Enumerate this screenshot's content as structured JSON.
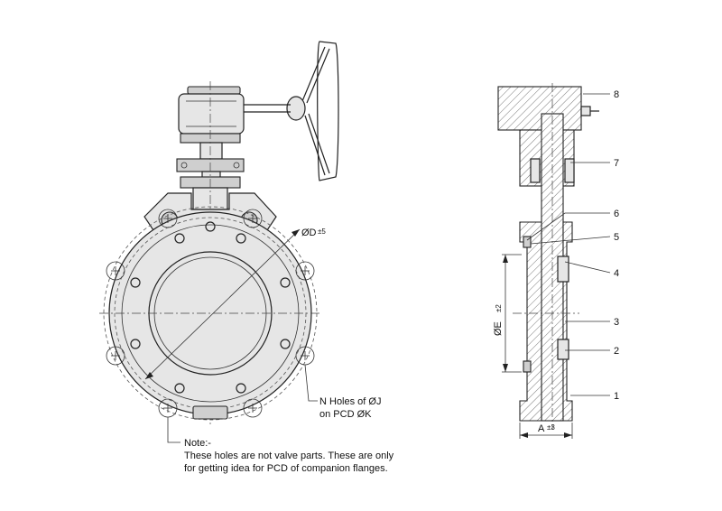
{
  "labels": {
    "dia_d": "ØD",
    "dia_d_tol": "±5",
    "dia_e": "ØE",
    "dia_e_tol": "±2",
    "holes_line1": "N Holes of ØJ",
    "holes_line2": "on PCD ØK",
    "dim_a": "A",
    "dim_a_tol": "±3"
  },
  "parts": [
    "1",
    "2",
    "3",
    "4",
    "5",
    "6",
    "7",
    "8"
  ],
  "note": {
    "title": "Note:-",
    "line1": "These holes are not valve parts. These are only",
    "line2": "for getting idea for PCD of companion flanges."
  }
}
